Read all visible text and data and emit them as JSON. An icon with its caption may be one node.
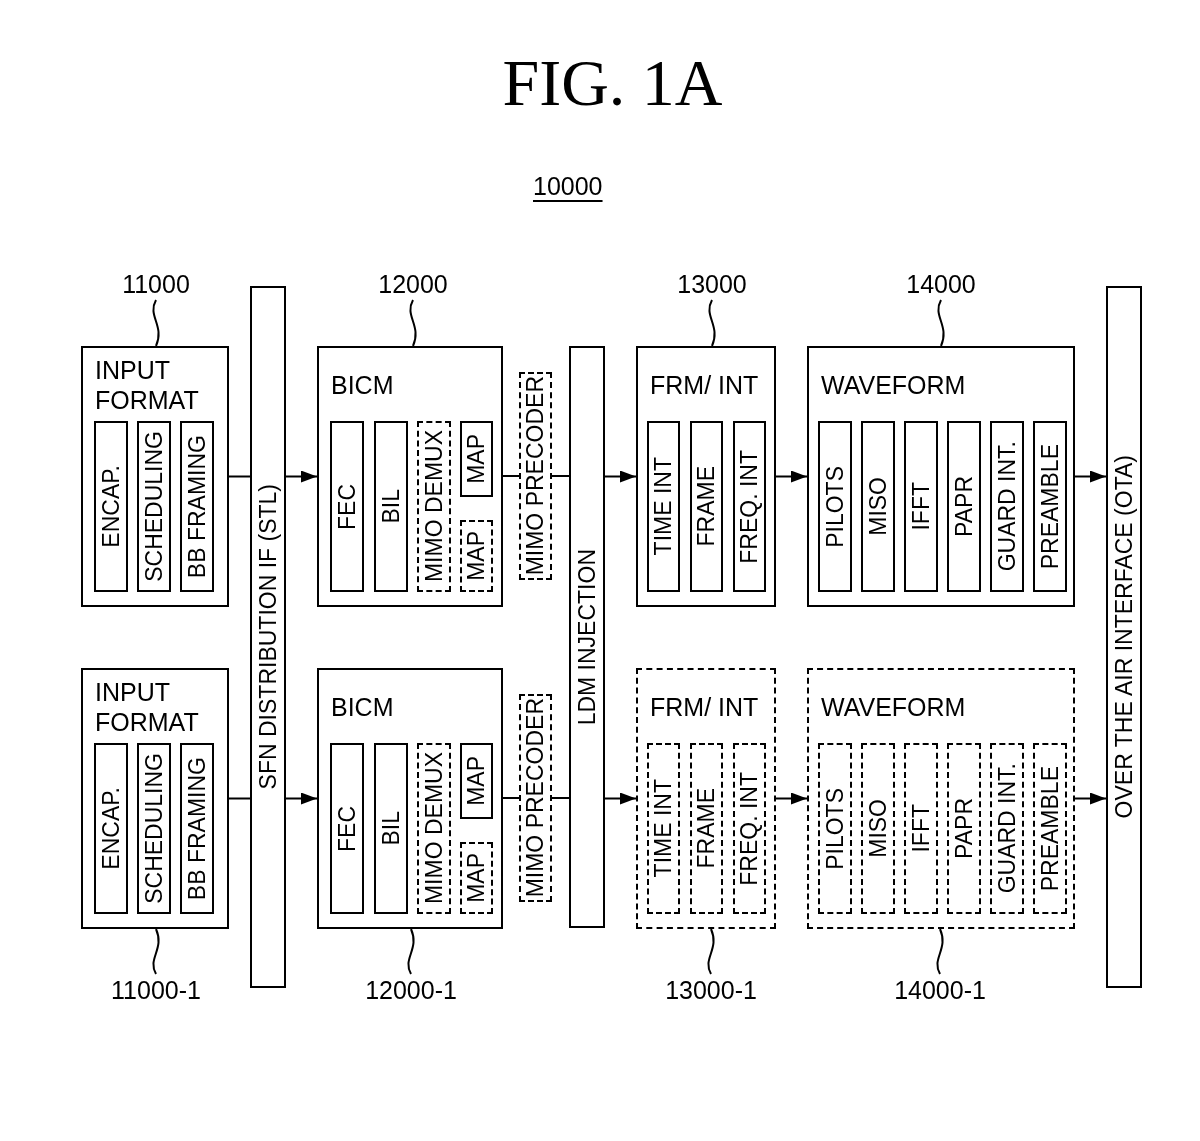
{
  "diagram": {
    "title": "FIG. 1A",
    "nodes": [
      {
        "text": [
          "INPUT FORMAT"
        ]
      },
      {
        "text": [
          "ENCAP."
        ],
        "in": 0
      },
      {
        "text": [
          "SCHEDULING"
        ],
        "in": 0
      },
      {
        "text": [
          "BB FRAMING"
        ],
        "in": 0
      },
      {
        "text": [
          "INPUT FORMAT"
        ]
      },
      {
        "text": [
          "ENCAP."
        ],
        "in": 4
      },
      {
        "text": [
          "SCHEDULING"
        ],
        "in": 4
      },
      {
        "text": [
          "BB FRAMING"
        ],
        "in": 4
      },
      {
        "text": [
          "SFN DISTRIBUTION IF (STL)"
        ]
      },
      {
        "text": [
          "BICM"
        ]
      },
      {
        "text": [
          "FEC"
        ],
        "in": 9
      },
      {
        "text": [
          "BIL"
        ],
        "in": 9
      },
      {
        "text": [
          "MIMO DEMUX"
        ],
        "in": 9
      },
      {
        "text": [
          "MAP"
        ],
        "in": 9
      },
      {
        "text": [
          "MAP"
        ],
        "in": 9
      },
      {
        "text": [
          "MIMO PRECODER"
        ]
      },
      {
        "text": [
          "BICM"
        ]
      },
      {
        "text": [
          "FEC"
        ],
        "in": 16
      },
      {
        "text": [
          "BIL"
        ],
        "in": 16
      },
      {
        "text": [
          "MIMO DEMUX"
        ],
        "in": 16
      },
      {
        "text": [
          "MAP"
        ],
        "in": 16
      },
      {
        "text": [
          "MAP"
        ],
        "in": 16
      },
      {
        "text": [
          "MIMO PRECODER"
        ]
      },
      {
        "text": [
          "LDM INJECTION"
        ]
      },
      {
        "text": [
          "FRM/ INT"
        ]
      },
      {
        "text": [
          "TIME INT"
        ],
        "in": 24
      },
      {
        "text": [
          "FRAME"
        ],
        "in": 24
      },
      {
        "text": [
          "FREQ. INT"
        ],
        "in": 24
      },
      {
        "text": [
          "WAVEFORM"
        ]
      },
      {
        "text": [
          "PILOTS"
        ],
        "in": 28
      },
      {
        "text": [
          "MISO"
        ],
        "in": 28
      },
      {
        "text": [
          "IFFT"
        ],
        "in": 28
      },
      {
        "text": [
          "PAPR"
        ],
        "in": 28
      },
      {
        "text": [
          "GUARD INT."
        ],
        "in": 28
      },
      {
        "text": [
          "PREAMBLE"
        ],
        "in": 28
      },
      {
        "text": [
          "FRM/ INT"
        ]
      },
      {
        "text": [
          "TIME INT"
        ],
        "in": 35
      },
      {
        "text": [
          "FRAME"
        ],
        "in": 35
      },
      {
        "text": [
          "FREQ. INT"
        ],
        "in": 35
      },
      {
        "text": [
          "WAVEFORM"
        ]
      },
      {
        "text": [
          "PILOTS"
        ],
        "in": 39
      },
      {
        "text": [
          "MISO"
        ],
        "in": 39
      },
      {
        "text": [
          "IFFT"
        ],
        "in": 39
      },
      {
        "text": [
          "PAPR"
        ],
        "in": 39
      },
      {
        "text": [
          "GUARD INT."
        ],
        "in": 39
      },
      {
        "text": [
          "PREAMBLE"
        ],
        "in": 39
      },
      {
        "text": [
          "OVER THE AIR INTERFACE (OTA)"
        ]
      },
      {
        "text": [
          "11000"
        ]
      },
      {
        "text": [
          "12000"
        ]
      },
      {
        "text": [
          "13000"
        ]
      },
      {
        "text": [
          "14000"
        ]
      },
      {
        "text": [
          "11000-1"
        ]
      },
      {
        "text": [
          "12000-1"
        ]
      },
      {
        "text": [
          "13000-1"
        ]
      },
      {
        "text": [
          "14000-1"
        ]
      }
    ],
    "edges": [
      {
        "from": 0,
        "to": 8,
        "arrow": "none"
      },
      {
        "from": 4,
        "to": 8,
        "arrow": "none"
      },
      {
        "from": 8,
        "to": 9,
        "arrow": "to"
      },
      {
        "from": 8,
        "to": 16,
        "arrow": "to"
      },
      {
        "from": 9,
        "to": 15,
        "arrow": "none"
      },
      {
        "from": 15,
        "to": 23,
        "arrow": "none"
      },
      {
        "from": 16,
        "to": 22,
        "arrow": "none"
      },
      {
        "from": 22,
        "to": 23,
        "arrow": "none"
      },
      {
        "from": 23,
        "to": 24,
        "arrow": "to"
      },
      {
        "from": 23,
        "to": 35,
        "arrow": "to"
      },
      {
        "from": 24,
        "to": 28,
        "arrow": "to"
      },
      {
        "from": 35,
        "to": 39,
        "arrow": "to"
      },
      {
        "from": 28,
        "to": 46,
        "arrow": "to"
      },
      {
        "from": 39,
        "to": 46,
        "arrow": "to"
      },
      {
        "from": 47,
        "to": 0,
        "arrow": "none"
      },
      {
        "from": 48,
        "to": 9,
        "arrow": "none"
      },
      {
        "from": 49,
        "to": 24,
        "arrow": "none"
      },
      {
        "from": 50,
        "to": 28,
        "arrow": "none"
      },
      {
        "from": 51,
        "to": 4,
        "arrow": "none"
      },
      {
        "from": 52,
        "to": 16,
        "arrow": "none"
      },
      {
        "from": 53,
        "to": 35,
        "arrow": "none"
      },
      {
        "from": 54,
        "to": 39,
        "arrow": "none"
      }
    ],
    "labels": [
      "10000"
    ]
  }
}
